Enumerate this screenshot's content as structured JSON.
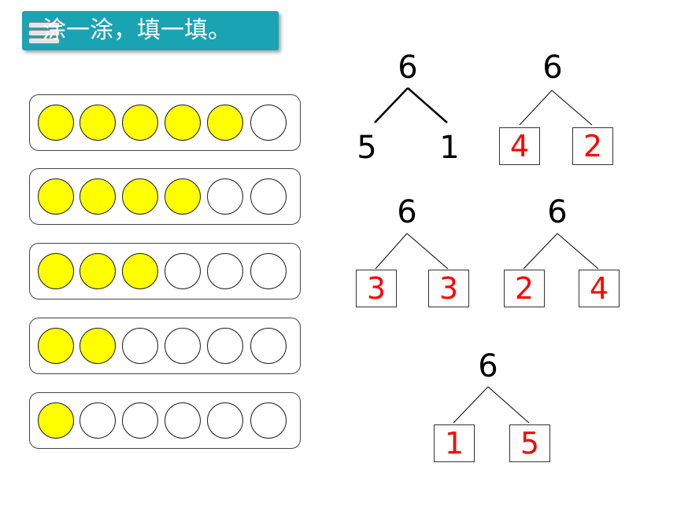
{
  "banner": {
    "title": "涂一涂，填一填。",
    "color": "#1aa3b3"
  },
  "circle_rows": [
    {
      "filled": 5,
      "total": 6
    },
    {
      "filled": 4,
      "total": 6
    },
    {
      "filled": 3,
      "total": 6
    },
    {
      "filled": 2,
      "total": 6
    },
    {
      "filled": 1,
      "total": 6
    }
  ],
  "colors": {
    "fill": "#ffff00",
    "answer": "#ff0000"
  },
  "trees": {
    "t1": {
      "top": "6",
      "left": "5",
      "right": "1"
    },
    "t2": {
      "top": "6",
      "left": "4",
      "right": "2"
    },
    "t3": {
      "top": "6",
      "left": "3",
      "right": "3"
    },
    "t4": {
      "top": "6",
      "left": "2",
      "right": "4"
    },
    "t5": {
      "top": "6",
      "left": "1",
      "right": "5"
    }
  }
}
